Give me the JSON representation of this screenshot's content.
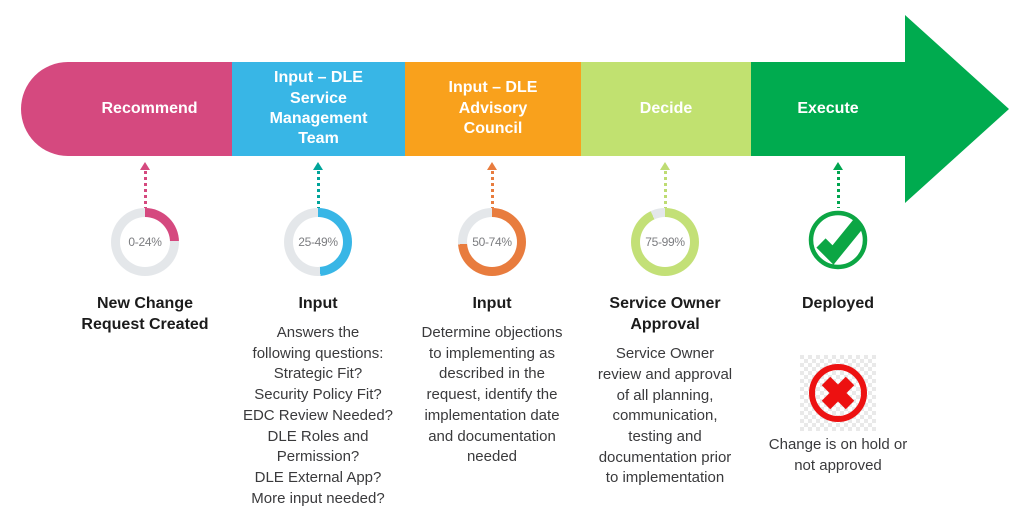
{
  "banner": {
    "stages": [
      {
        "label": "Recommend",
        "color": "#d5497f"
      },
      {
        "label": "Input – DLE\nService\nManagement\nTeam",
        "color": "#38b6e6"
      },
      {
        "label": "Input – DLE\nAdvisory\nCouncil",
        "color": "#f9a11c"
      },
      {
        "label": "Decide",
        "color": "#c1e170"
      },
      {
        "label": "Execute",
        "color": "#00ab4f"
      }
    ]
  },
  "columns": [
    {
      "arrow_color": "#d5497f",
      "donut": {
        "label": "0-24%",
        "sweep_deg": 88,
        "arc_color": "#d5497f",
        "ring_color": "#e4e7ea"
      },
      "heading": "New Change\nRequest Created"
    },
    {
      "arrow_color": "#00a49a",
      "donut": {
        "label": "25-49%",
        "sweep_deg": 176,
        "arc_color": "#38b6e6",
        "ring_color": "#e4e7ea"
      },
      "heading": "Input",
      "body": "Answers the\nfollowing questions:\nStrategic Fit?\nSecurity Policy Fit?\nEDC Review Needed?\nDLE Roles and\nPermission?\nDLE External App?\nMore input needed?"
    },
    {
      "arrow_color": "#e87c3e",
      "donut": {
        "label": "50-74%",
        "sweep_deg": 266,
        "arc_color": "#e87c3e",
        "ring_color": "#e4e7ea"
      },
      "heading": "Input",
      "body": "Determine objections\nto implementing as\ndescribed in the\nrequest, identify the\nimplementation date\nand documentation\nneeded"
    },
    {
      "arrow_color": "#bedc73",
      "donut": {
        "label": "75-99%",
        "sweep_deg": 335,
        "arc_color": "#c3e077",
        "ring_color": "#e4e7ea"
      },
      "heading": "Service Owner\nApproval",
      "body": "Service Owner\nreview and approval\nof all planning,\ncommunication,\ntesting and\ndocumentation prior\nto implementation"
    },
    {
      "arrow_color": "#00a54f",
      "check_color": "#0ca644",
      "heading": "Deployed",
      "x_color": "#ed1111",
      "note": "Change is on hold or\nnot approved"
    }
  ]
}
